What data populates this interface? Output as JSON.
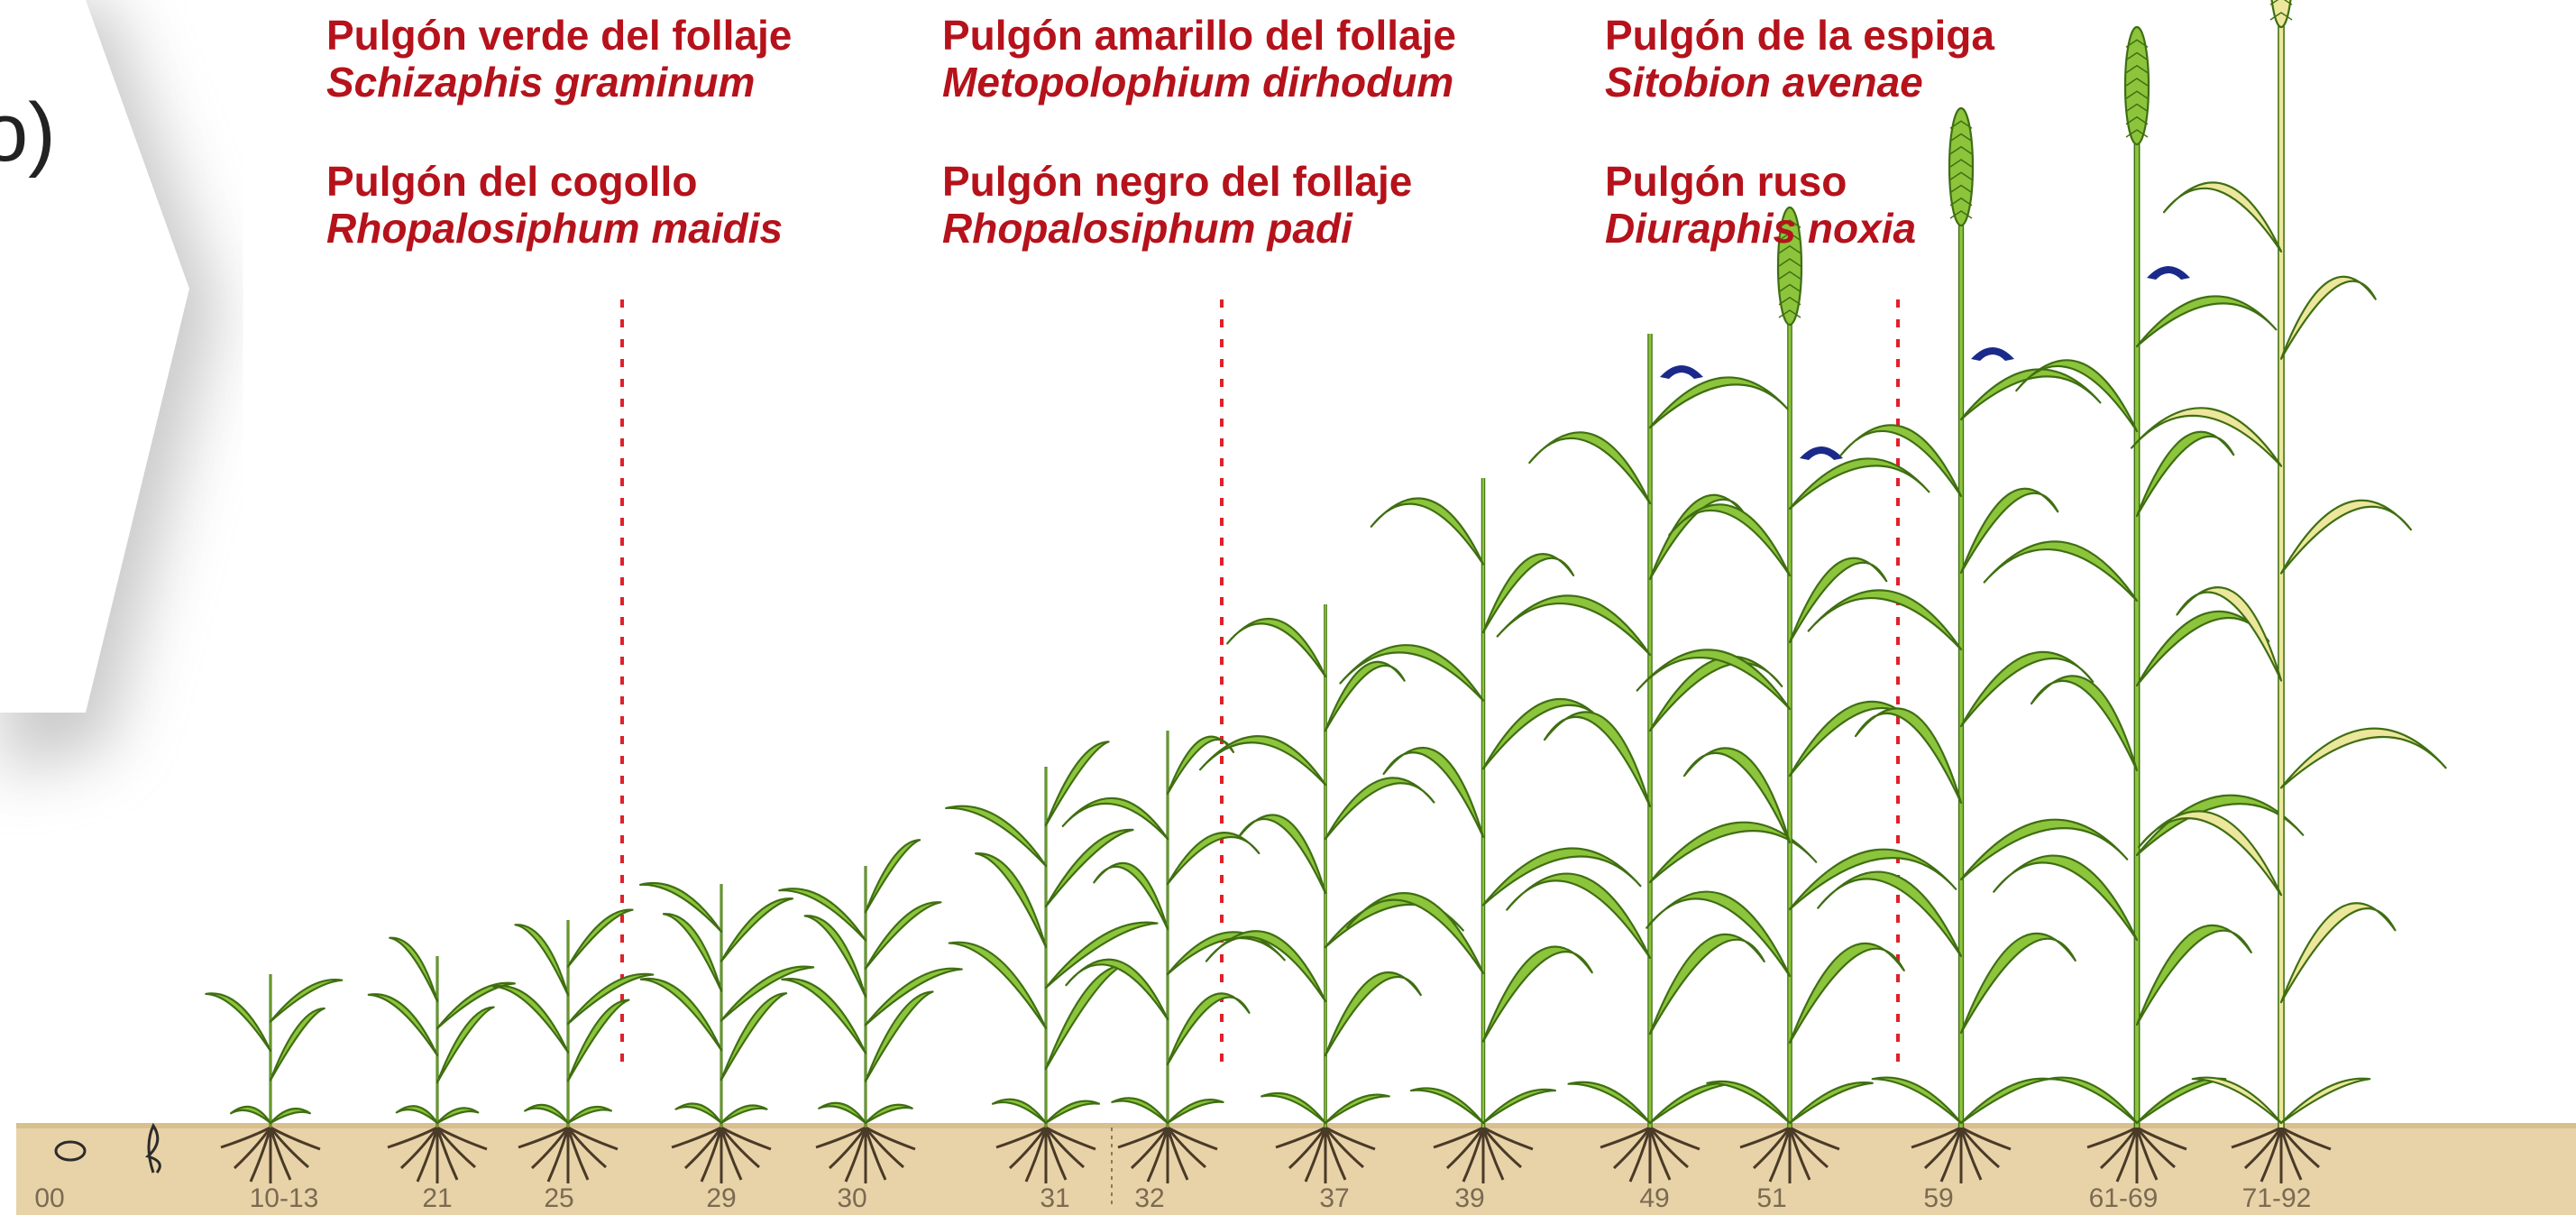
{
  "edge_label": "o)",
  "pests": [
    {
      "common": "Pulgón verde del follaje",
      "scientific": "Schizaphis graminum"
    },
    {
      "common": "Pulgón del cogollo",
      "scientific": "Rhopalosiphum maidis"
    },
    {
      "common": "Pulgón amarillo del follaje",
      "scientific": "Metopolophium dirhodum"
    },
    {
      "common": "Pulgón negro del follaje",
      "scientific": "Rhopalosiphum padi"
    },
    {
      "common": "Pulgón de la espiga",
      "scientific": "Sitobion avenae"
    },
    {
      "common": "Pulgón ruso",
      "scientific": "Diuraphis noxia"
    }
  ],
  "stages": [
    "00",
    "10-13",
    "21",
    "25",
    "29",
    "30",
    "31",
    "32",
    "37",
    "39",
    "49",
    "51",
    "59",
    "61-69",
    "71-92"
  ],
  "colors": {
    "pest_text": "#b5121b",
    "divider": "#e0202a",
    "leaf": "#8cc43c",
    "leaf_dark": "#3f6e12",
    "senescent_leaf": "#ece79c",
    "soil": "#e8d3a8",
    "aphid_marker": "#1b2a8a"
  },
  "icons": [
    "seed-icon",
    "germinating-seed-icon",
    "wheat-plant-icon",
    "wheat-ear-icon",
    "aphid-marker-icon"
  ]
}
